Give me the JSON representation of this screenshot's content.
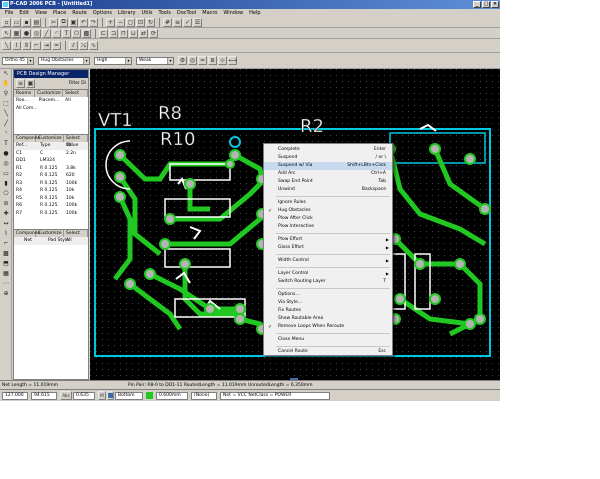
{
  "app": {
    "title": "P-CAD 2006 PCB - [Untitled1]"
  },
  "menu": [
    "File",
    "Edit",
    "View",
    "Place",
    "Route",
    "Options",
    "Library",
    "Utils",
    "Tools",
    "DocTool",
    "Macro",
    "Window",
    "Help"
  ],
  "toolbar": {
    "mode": "Ortho 45",
    "obstacles": "Hug Obstacles",
    "level": "High",
    "effort": "Weak"
  },
  "design_manager": {
    "title": "PCB Design Manager",
    "filter_label": "Filter Di",
    "top": {
      "headers": [
        "Rooms",
        "Customize",
        "Select All"
      ],
      "rows": [
        "Roo...",
        "Placem...",
        "All Com..."
      ]
    },
    "components": {
      "headers": [
        "Componen",
        "Customize",
        "Select All"
      ],
      "columns": [
        "Ref...",
        "Type",
        "Value"
      ],
      "rows": [
        [
          "C1",
          "C",
          "2.2n"
        ],
        [
          "DD1",
          "LM324",
          ""
        ],
        [
          "R1",
          "R 0.125",
          "3.8k"
        ],
        [
          "R2",
          "R 0.125",
          "620"
        ],
        [
          "R3",
          "R 0.125",
          "100k"
        ],
        [
          "R4",
          "R 0.125",
          "10k"
        ],
        [
          "R5",
          "R 0.125",
          "10k"
        ],
        [
          "R6",
          "R 0.125",
          "100k"
        ],
        [
          "R7",
          "R 0.125",
          "100k"
        ]
      ]
    },
    "nets": {
      "headers": [
        "Componen",
        "Customize",
        "Select All"
      ],
      "columns": [
        "Net",
        "Pad Style"
      ]
    }
  },
  "pcb_labels": {
    "vt1": "VT1",
    "r8": "R8",
    "r10": "R10",
    "r2": "R2"
  },
  "context_menu": {
    "items": [
      {
        "label": "Complete",
        "shortcut": "Enter"
      },
      {
        "label": "Suspend",
        "shortcut": "/ or \\"
      },
      {
        "label": "Suspend w/ Via",
        "shortcut": "Shift+LBtn+Click"
      },
      {
        "label": "Add Arc",
        "shortcut": "Ctrl+A"
      },
      {
        "label": "Swap End Point",
        "shortcut": "Tab"
      },
      {
        "label": "Unwind",
        "shortcut": "Backspace"
      },
      {
        "label": "Ignore Rules",
        "shortcut": ""
      },
      {
        "label": "Hug Obstacles",
        "shortcut": ""
      },
      {
        "label": "Plow After Click",
        "shortcut": ""
      },
      {
        "label": "Plow Interactive",
        "shortcut": ""
      },
      {
        "label": "Plow Effort",
        "shortcut": ""
      },
      {
        "label": "Gloss Effort",
        "shortcut": ""
      },
      {
        "label": "Width Control",
        "shortcut": ""
      },
      {
        "label": "Layer Control",
        "shortcut": ""
      },
      {
        "label": "Switch Routing Layer",
        "shortcut": "T"
      },
      {
        "label": "Options...",
        "shortcut": ""
      },
      {
        "label": "Via Style...",
        "shortcut": ""
      },
      {
        "label": "Fix Routes",
        "shortcut": ""
      },
      {
        "label": "Show Routable Area",
        "shortcut": ""
      },
      {
        "label": "Remove Loops When Reroute",
        "shortcut": ""
      },
      {
        "label": "Close Menu",
        "shortcut": ""
      },
      {
        "label": "Cancel Route",
        "shortcut": "Esc"
      }
    ]
  },
  "status": {
    "net_length": "Net Length = 11.019mm",
    "pin_pair": "Pin Pair: R8-0 to DD1-11  RoutedLength = 11.019mm  UnroutedLength = 6.350mm",
    "x": "127.000",
    "y": "94.615",
    "abs": "Abs",
    "grid": "0.635",
    "layer_sel": "M",
    "layer": "Bottom",
    "width": "0.600mm",
    "style": "(None)",
    "net": "Net = VCC NetClass = POWER"
  }
}
